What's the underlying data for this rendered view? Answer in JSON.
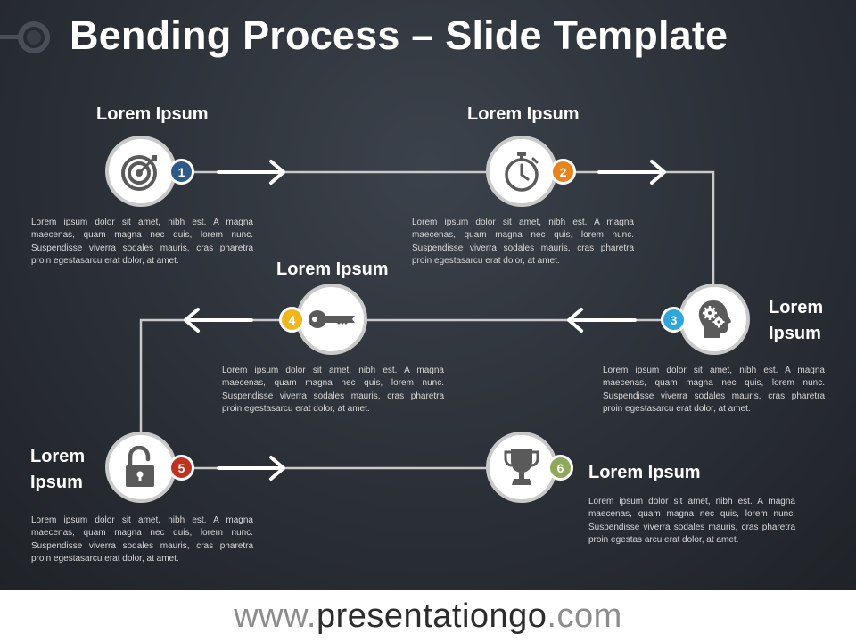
{
  "title": "Bending Process – Slide Template",
  "colors": {
    "background": "#2b3037",
    "connector": "#c9c9c9",
    "arrow": "#ffffff",
    "icon": "#5a5a5a"
  },
  "steps": [
    {
      "number": "1",
      "color": "#2e5a87",
      "icon": "target-icon",
      "heading": "Lorem Ipsum",
      "text": "Lorem ipsum dolor sit amet, nibh est. A magna maecenas, quam magna nec quis, lorem nunc. Suspendisse viverra sodales mauris, cras pharetra proin egestasarcu erat dolor, at amet."
    },
    {
      "number": "2",
      "color": "#e8831d",
      "icon": "stopwatch-icon",
      "heading": "Lorem Ipsum",
      "text": "Lorem ipsum dolor sit amet, nibh est. A magna maecenas, quam magna nec quis, lorem nunc. Suspendisse viverra sodales mauris, cras pharetra proin egestasarcu erat dolor, at amet."
    },
    {
      "number": "3",
      "color": "#2fa6dc",
      "icon": "head-gears-icon",
      "heading_line1": "Lorem",
      "heading_line2": "Ipsum",
      "text": "Lorem ipsum dolor sit amet, nibh est. A magna maecenas, quam magna nec quis, lorem nunc. Suspendisse viverra sodales mauris, cras pharetra proin egestasarcu erat dolor, at amet."
    },
    {
      "number": "4",
      "color": "#f2b61d",
      "icon": "key-icon",
      "heading": "Lorem Ipsum",
      "text": "Lorem ipsum dolor sit amet, nibh est. A magna maecenas, quam magna nec quis, lorem nunc. Suspendisse viverra sodales mauris, cras pharetra proin egestasarcu erat dolor, at amet."
    },
    {
      "number": "5",
      "color": "#c0311f",
      "icon": "unlocked-padlock-icon",
      "heading_line1": "Lorem",
      "heading_line2": "Ipsum",
      "text": "Lorem ipsum dolor sit amet, nibh est. A magna maecenas, quam magna nec quis, lorem nunc. Suspendisse viverra sodales mauris, cras pharetra proin egestasarcu erat dolor, at amet."
    },
    {
      "number": "6",
      "color": "#8fa85a",
      "icon": "trophy-icon",
      "heading": "Lorem Ipsum",
      "text": "Lorem ipsum dolor sit amet, nibh est. A magna maecenas, quam magna nec quis, lorem nunc. Suspendisse viverra sodales mauris, cras pharetra proin egestas arcu erat dolor, at amet."
    }
  ],
  "footer": {
    "prefix": "www.",
    "domain": "presentationgo",
    "suffix": ".com"
  }
}
